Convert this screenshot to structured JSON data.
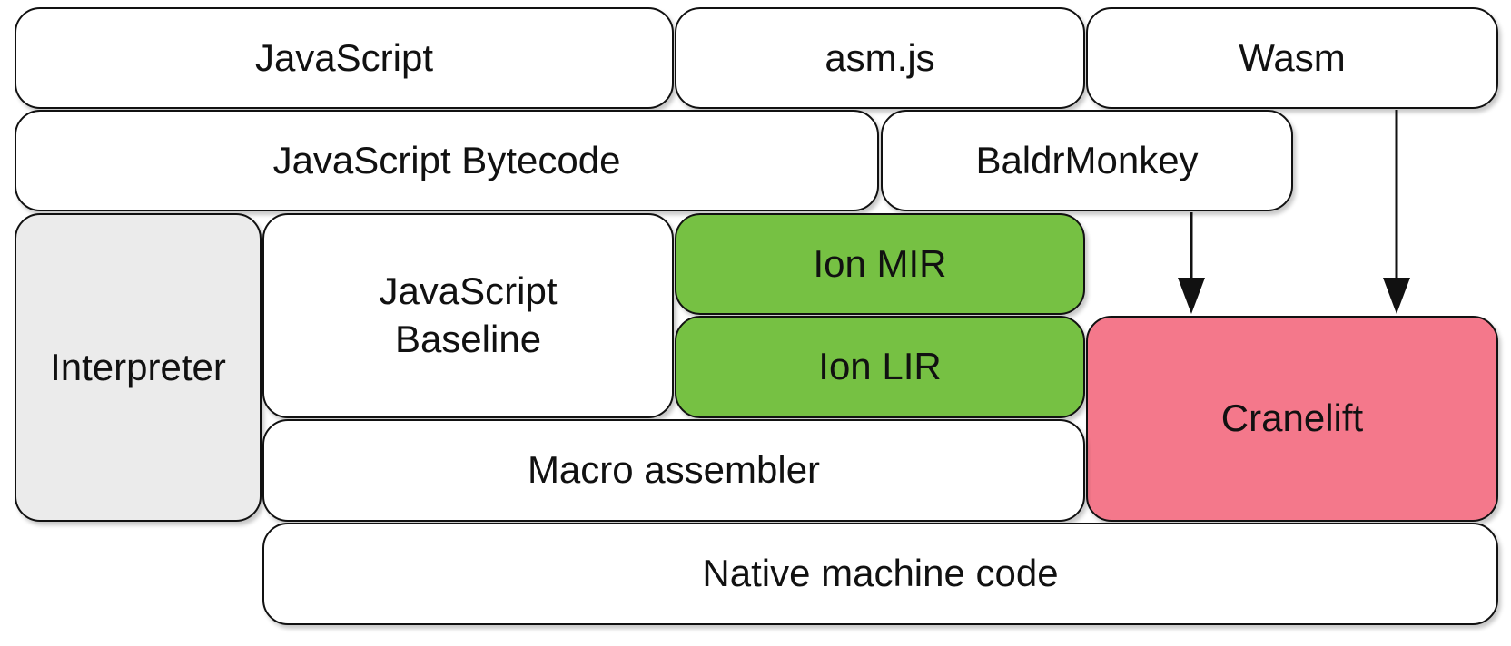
{
  "diagram": {
    "colors": {
      "default_fill": "#ffffff",
      "interpreter_fill": "#ebebeb",
      "ion_fill": "#76c143",
      "cranelift_fill": "#f4788b",
      "stroke": "#111111"
    },
    "boxes": {
      "javascript": "JavaScript",
      "asmjs": "asm.js",
      "wasm": "Wasm",
      "js_bytecode": "JavaScript Bytecode",
      "baldrmonkey": "BaldrMonkey",
      "interpreter": "Interpreter",
      "js_baseline": "JavaScript\nBaseline",
      "ion_mir": "Ion MIR",
      "ion_lir": "Ion LIR",
      "cranelift": "Cranelift",
      "macro_assembler": "Macro assembler",
      "native_code": "Native machine code"
    },
    "arrows": [
      {
        "from": "baldrmonkey",
        "to": "cranelift"
      },
      {
        "from": "wasm",
        "to": "cranelift"
      }
    ]
  }
}
